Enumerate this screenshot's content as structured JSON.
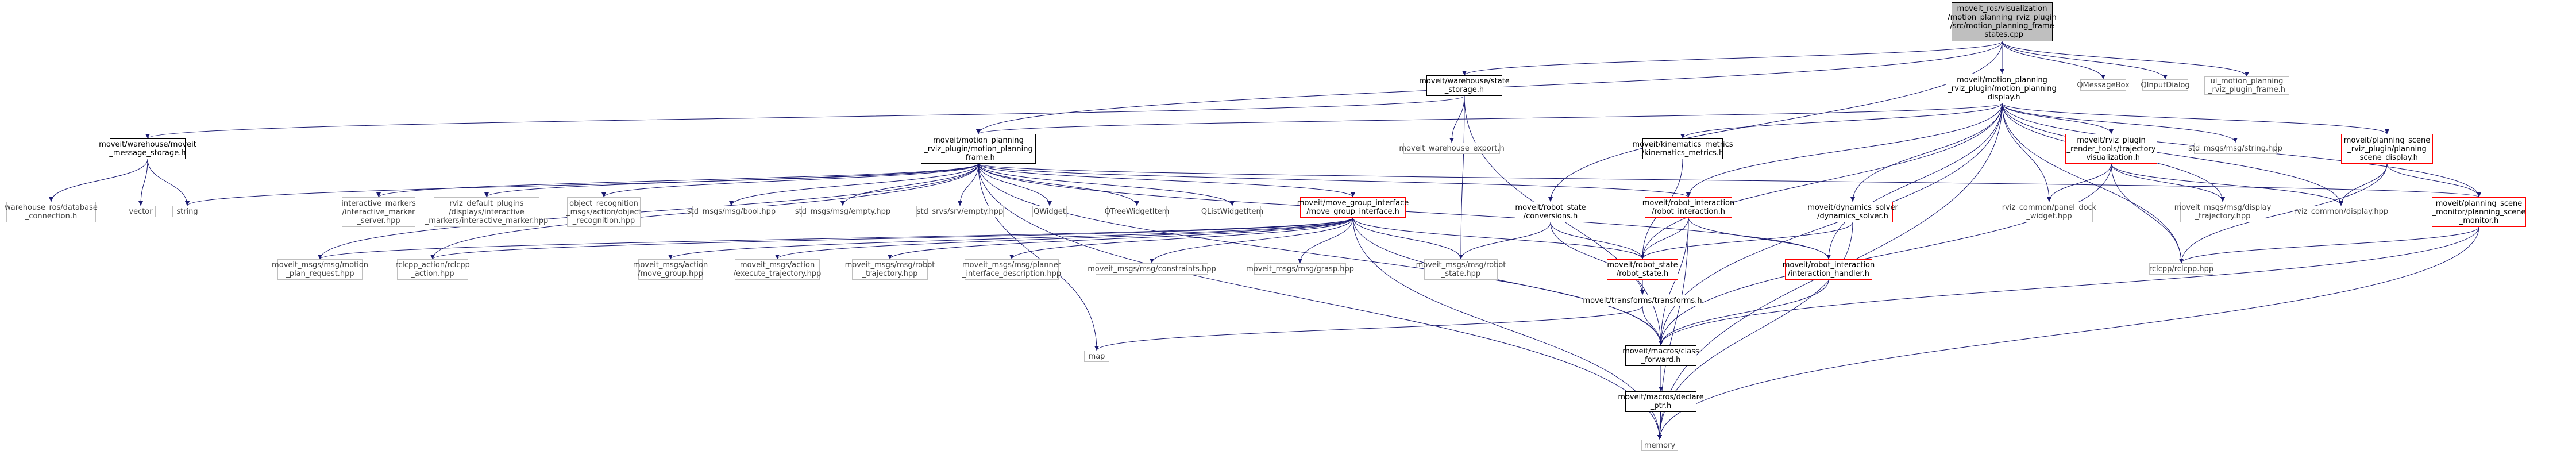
{
  "diagram": {
    "colors": {
      "edge": "#191970",
      "root_fill": "#bfbfbf",
      "documented_border": "#000000",
      "incomplete_border": "#ff0000",
      "system_border": "#bfbfbf",
      "system_text": "#404040"
    },
    "nodes": [
      {
        "id": "root",
        "kind": "root",
        "label": "moveit_ros/visualization\n/motion_planning_rviz_plugin\n/src/motion_planning_frame\n_states.cpp"
      },
      {
        "id": "mp_display",
        "kind": "inc",
        "label": "moveit/motion_planning\n_rviz_plugin/motion_planning\n_display.h"
      },
      {
        "id": "qmessagebox",
        "kind": "sys",
        "label": "QMessageBox"
      },
      {
        "id": "qinputdialog",
        "kind": "sys",
        "label": "QInputDialog"
      },
      {
        "id": "ui_frame",
        "kind": "sys",
        "label": "ui_motion_planning\n_rviz_plugin_frame.h"
      },
      {
        "id": "state_storage",
        "kind": "inc",
        "label": "moveit/warehouse/state\n_storage.h"
      },
      {
        "id": "msg_storage",
        "kind": "inc",
        "label": "moveit/warehouse/moveit\n_message_storage.h"
      },
      {
        "id": "mp_frame",
        "kind": "inc",
        "label": "moveit/motion_planning\n_rviz_plugin/motion_planning\n_frame.h"
      },
      {
        "id": "kin_metrics",
        "kind": "inc",
        "label": "moveit/kinematics_metrics\n/kinematics_metrics.h"
      },
      {
        "id": "traj_viz",
        "kind": "red",
        "label": "moveit/rviz_plugin\n_render_tools/trajectory\n_visualization.h"
      },
      {
        "id": "std_string_hpp",
        "kind": "sys",
        "label": "std_msgs/msg/string.hpp"
      },
      {
        "id": "ps_display",
        "kind": "red",
        "label": "moveit/planning_scene\n_rviz_plugin/planning\n_scene_display.h"
      },
      {
        "id": "wh_export",
        "kind": "sys",
        "label": "moveit_warehouse_export.h"
      },
      {
        "id": "wh_db",
        "kind": "sys",
        "label": "warehouse_ros/database\n_connection.h"
      },
      {
        "id": "vector",
        "kind": "sys",
        "label": "vector"
      },
      {
        "id": "string",
        "kind": "sys",
        "label": "string"
      },
      {
        "id": "interactive_markers",
        "kind": "sys",
        "label": "interactive_markers\n/interactive_marker\n_server.hpp"
      },
      {
        "id": "rviz_default",
        "kind": "sys",
        "label": "rviz_default_plugins\n/displays/interactive\n_markers/interactive_marker.hpp"
      },
      {
        "id": "obj_recog",
        "kind": "sys",
        "label": "object_recognition\n_msgs/action/object\n_recognition.hpp"
      },
      {
        "id": "bool_hpp",
        "kind": "sys",
        "label": "std_msgs/msg/bool.hpp"
      },
      {
        "id": "empty_hpp",
        "kind": "sys",
        "label": "std_msgs/msg/empty.hpp"
      },
      {
        "id": "srv_empty",
        "kind": "sys",
        "label": "std_srvs/srv/empty.hpp"
      },
      {
        "id": "qwidget",
        "kind": "sys",
        "label": "QWidget"
      },
      {
        "id": "qtreewidget",
        "kind": "sys",
        "label": "QTreeWidgetItem"
      },
      {
        "id": "qlistwidget",
        "kind": "sys",
        "label": "QListWidgetItem"
      },
      {
        "id": "mgi",
        "kind": "red",
        "label": "moveit/move_group_interface\n/move_group_interface.h"
      },
      {
        "id": "rs_conversions",
        "kind": "inc",
        "label": "moveit/robot_state\n/conversions.h"
      },
      {
        "id": "ri",
        "kind": "red",
        "label": "moveit/robot_interaction\n/robot_interaction.h"
      },
      {
        "id": "dyn_solver",
        "kind": "red",
        "label": "moveit/dynamics_solver\n/dynamics_solver.h"
      },
      {
        "id": "rviz_panel_dock",
        "kind": "sys",
        "label": "rviz_common/panel_dock\n_widget.hpp"
      },
      {
        "id": "display_traj",
        "kind": "sys",
        "label": "moveit_msgs/msg/display\n_trajectory.hpp"
      },
      {
        "id": "rviz_display",
        "kind": "sys",
        "label": "rviz_common/display.hpp"
      },
      {
        "id": "psm",
        "kind": "red",
        "label": "moveit/planning_scene\n_monitor/planning_scene\n_monitor.h"
      },
      {
        "id": "mp_request",
        "kind": "sys",
        "label": "moveit_msgs/msg/motion\n_plan_request.hpp"
      },
      {
        "id": "rclcpp_action",
        "kind": "sys",
        "label": "rclcpp_action/rclcpp\n_action.hpp"
      },
      {
        "id": "move_group_hpp",
        "kind": "sys",
        "label": "moveit_msgs/action\n/move_group.hpp"
      },
      {
        "id": "exec_traj",
        "kind": "sys",
        "label": "moveit_msgs/action\n/execute_trajectory.hpp"
      },
      {
        "id": "robot_traj",
        "kind": "sys",
        "label": "moveit_msgs/msg/robot\n_trajectory.hpp"
      },
      {
        "id": "planner_iface",
        "kind": "sys",
        "label": "moveit_msgs/msg/planner\n_interface_description.hpp"
      },
      {
        "id": "constraints",
        "kind": "sys",
        "label": "moveit_msgs/msg/constraints.hpp"
      },
      {
        "id": "grasp",
        "kind": "sys",
        "label": "moveit_msgs/msg/grasp.hpp"
      },
      {
        "id": "robot_state_hpp",
        "kind": "sys",
        "label": "moveit_msgs/msg/robot\n_state.hpp"
      },
      {
        "id": "robot_state_h",
        "kind": "red",
        "label": "moveit/robot_state\n/robot_state.h"
      },
      {
        "id": "inter_handler",
        "kind": "red",
        "label": "moveit/robot_interaction\n/interaction_handler.h"
      },
      {
        "id": "rclcpp",
        "kind": "sys",
        "label": "rclcpp/rclcpp.hpp"
      },
      {
        "id": "transforms",
        "kind": "red",
        "label": "moveit/transforms/transforms.h"
      },
      {
        "id": "map",
        "kind": "sys",
        "label": "map"
      },
      {
        "id": "class_fwd",
        "kind": "inc",
        "label": "moveit/macros/class\n_forward.h"
      },
      {
        "id": "declare_ptr",
        "kind": "inc",
        "label": "moveit/macros/declare\n_ptr.h"
      },
      {
        "id": "memory",
        "kind": "sys",
        "label": "memory"
      }
    ],
    "edges": [
      [
        "root",
        "mp_display"
      ],
      [
        "root",
        "qmessagebox"
      ],
      [
        "root",
        "qinputdialog"
      ],
      [
        "root",
        "ui_frame"
      ],
      [
        "root",
        "state_storage"
      ],
      [
        "root",
        "mp_frame"
      ],
      [
        "root",
        "rs_conversions"
      ],
      [
        "state_storage",
        "msg_storage"
      ],
      [
        "state_storage",
        "wh_export"
      ],
      [
        "state_storage",
        "robot_state_hpp"
      ],
      [
        "state_storage",
        "class_fwd"
      ],
      [
        "msg_storage",
        "wh_db"
      ],
      [
        "msg_storage",
        "vector"
      ],
      [
        "msg_storage",
        "string"
      ],
      [
        "mp_display",
        "mp_frame"
      ],
      [
        "mp_display",
        "kin_metrics"
      ],
      [
        "mp_display",
        "traj_viz"
      ],
      [
        "mp_display",
        "std_string_hpp"
      ],
      [
        "mp_display",
        "ps_display"
      ],
      [
        "mp_display",
        "ri"
      ],
      [
        "mp_display",
        "dyn_solver"
      ],
      [
        "mp_display",
        "inter_handler"
      ],
      [
        "mp_display",
        "rviz_panel_dock"
      ],
      [
        "mp_display",
        "display_traj"
      ],
      [
        "mp_display",
        "rviz_display"
      ],
      [
        "mp_display",
        "psm"
      ],
      [
        "mp_display",
        "rclcpp"
      ],
      [
        "mp_display",
        "robot_state_h"
      ],
      [
        "mp_display",
        "class_fwd"
      ],
      [
        "mp_display",
        "memory"
      ],
      [
        "mp_frame",
        "string"
      ],
      [
        "mp_frame",
        "interactive_markers"
      ],
      [
        "mp_frame",
        "rviz_default"
      ],
      [
        "mp_frame",
        "obj_recog"
      ],
      [
        "mp_frame",
        "bool_hpp"
      ],
      [
        "mp_frame",
        "empty_hpp"
      ],
      [
        "mp_frame",
        "srv_empty"
      ],
      [
        "mp_frame",
        "qwidget"
      ],
      [
        "mp_frame",
        "qtreewidget"
      ],
      [
        "mp_frame",
        "qlistwidget"
      ],
      [
        "mp_frame",
        "mgi"
      ],
      [
        "mp_frame",
        "ri"
      ],
      [
        "mp_frame",
        "inter_handler"
      ],
      [
        "mp_frame",
        "psm"
      ],
      [
        "mp_frame",
        "mp_request"
      ],
      [
        "mp_frame",
        "rclcpp_action"
      ],
      [
        "mp_frame",
        "map"
      ],
      [
        "mp_frame",
        "memory"
      ],
      [
        "mp_frame",
        "class_fwd"
      ],
      [
        "mgi",
        "mp_request"
      ],
      [
        "mgi",
        "rclcpp_action"
      ],
      [
        "mgi",
        "move_group_hpp"
      ],
      [
        "mgi",
        "exec_traj"
      ],
      [
        "mgi",
        "robot_traj"
      ],
      [
        "mgi",
        "planner_iface"
      ],
      [
        "mgi",
        "constraints"
      ],
      [
        "mgi",
        "grasp"
      ],
      [
        "mgi",
        "robot_state_hpp"
      ],
      [
        "mgi",
        "robot_state_h"
      ],
      [
        "mgi",
        "class_fwd"
      ],
      [
        "mgi",
        "memory"
      ],
      [
        "kin_metrics",
        "robot_state_h"
      ],
      [
        "rs_conversions",
        "robot_state_hpp"
      ],
      [
        "rs_conversions",
        "robot_state_h"
      ],
      [
        "rs_conversions",
        "transforms"
      ],
      [
        "ri",
        "robot_state_h"
      ],
      [
        "ri",
        "inter_handler"
      ],
      [
        "ri",
        "class_fwd"
      ],
      [
        "ri",
        "memory"
      ],
      [
        "dyn_solver",
        "robot_state_h"
      ],
      [
        "dyn_solver",
        "memory"
      ],
      [
        "traj_viz",
        "rviz_panel_dock"
      ],
      [
        "traj_viz",
        "display_traj"
      ],
      [
        "traj_viz",
        "rviz_display"
      ],
      [
        "traj_viz",
        "rclcpp"
      ],
      [
        "traj_viz",
        "class_fwd"
      ],
      [
        "ps_display",
        "psm"
      ],
      [
        "ps_display",
        "rviz_display"
      ],
      [
        "ps_display",
        "rclcpp"
      ],
      [
        "psm",
        "rclcpp"
      ],
      [
        "psm",
        "class_fwd"
      ],
      [
        "psm",
        "memory"
      ],
      [
        "robot_state_h",
        "transforms"
      ],
      [
        "inter_handler",
        "class_fwd"
      ],
      [
        "transforms",
        "class_fwd"
      ],
      [
        "transforms",
        "map"
      ],
      [
        "class_fwd",
        "declare_ptr"
      ],
      [
        "declare_ptr",
        "memory"
      ]
    ]
  }
}
